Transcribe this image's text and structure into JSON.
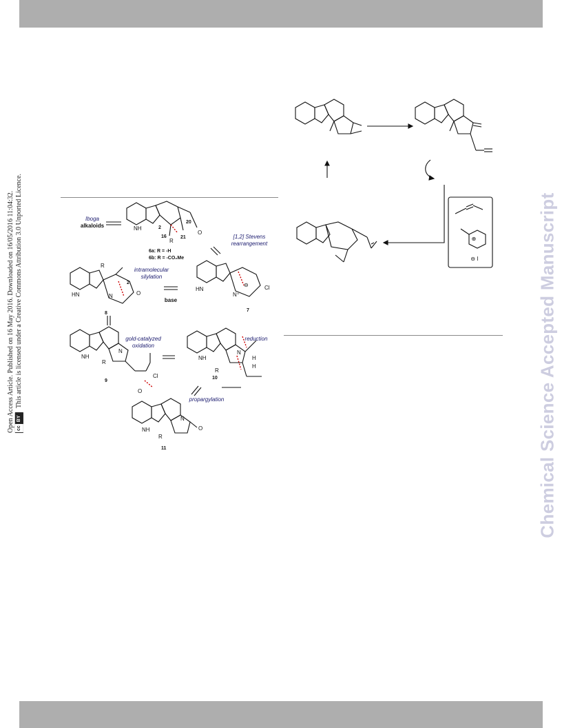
{
  "watermark": "Chemical Science Accepted Manuscript",
  "side_notice": {
    "line1": "Open Access Article. Published on 16 May 2016. Downloaded on 16/05/2016 11:04:32.",
    "line2": "This article is licensed under a Creative Commons Attribution 3.0 Unported Licence.",
    "cc_label": "cc",
    "by_label": "BY"
  },
  "scheme_retro": {
    "iboga_name": "Iboga",
    "iboga_alkaloids": "alkaloids",
    "cpd_6a": "6a: R = -H",
    "cpd_6b": "6b: R = -CO₂Me",
    "c2": "2",
    "c16": "16",
    "c21": "21",
    "c20": "20",
    "r": "R",
    "nh": "NH",
    "hn": "HN",
    "n": "N",
    "n_plus": "N⁺",
    "h": "H",
    "o": "O",
    "cl": "Cl",
    "minus": "⊖",
    "stevens_1": "[1,2] Stevens",
    "stevens_2": "rearrangement",
    "silylation_1": "intramolecular",
    "silylation_2": "silylation",
    "base": "base",
    "cpd_7": "7",
    "cpd_8": "8",
    "cpd_9": "9",
    "cpd_10": "10",
    "cpd_11": "11",
    "gold_1": "gold-catalyzed",
    "gold_2": "oxidation",
    "reduction": "reduction",
    "propargylation": "propargylation"
  },
  "scheme_top": {
    "plus": "⊕",
    "iodide": "⊖ I"
  }
}
